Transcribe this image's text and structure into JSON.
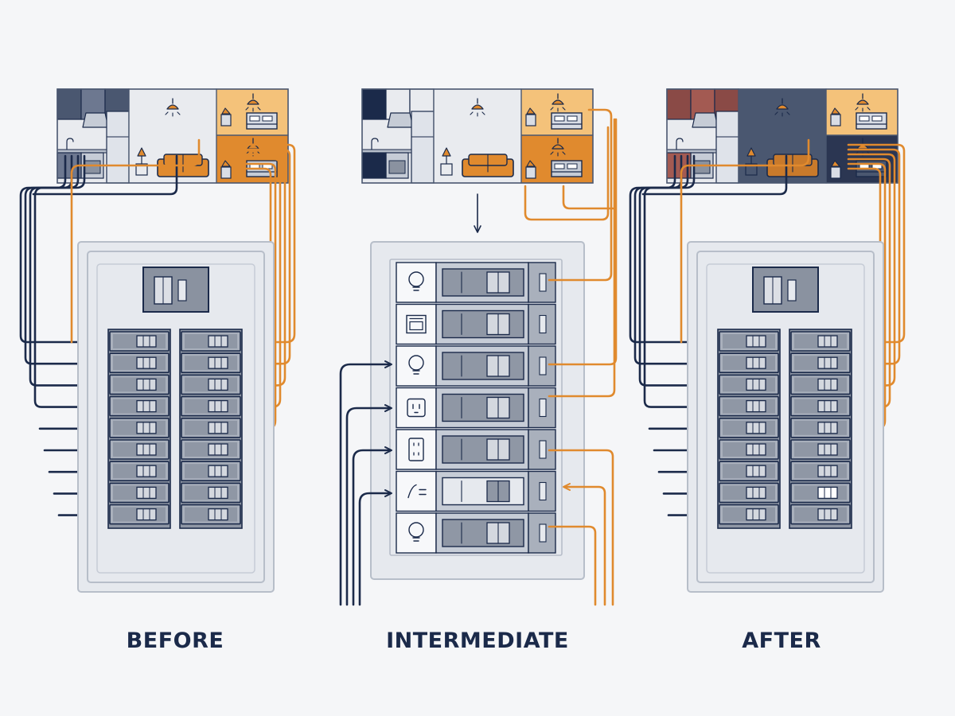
{
  "panels": [
    {
      "id": "before",
      "label": "BEFORE"
    },
    {
      "id": "intermediate",
      "label": "INTERMEDIATE"
    },
    {
      "id": "after",
      "label": "AFTER"
    }
  ],
  "colors": {
    "navy": "#1b2a4a",
    "orange": "#e08a2e",
    "slate": "#4a5770",
    "panel_bg": "#e9ebef",
    "breaker_gray": "#8a92a0",
    "light_orange": "#f4c27a"
  },
  "icons": [
    "light-bulb-icon",
    "oven-icon",
    "outlet-icon",
    "gfci-outlet-icon",
    "switch-icon"
  ]
}
